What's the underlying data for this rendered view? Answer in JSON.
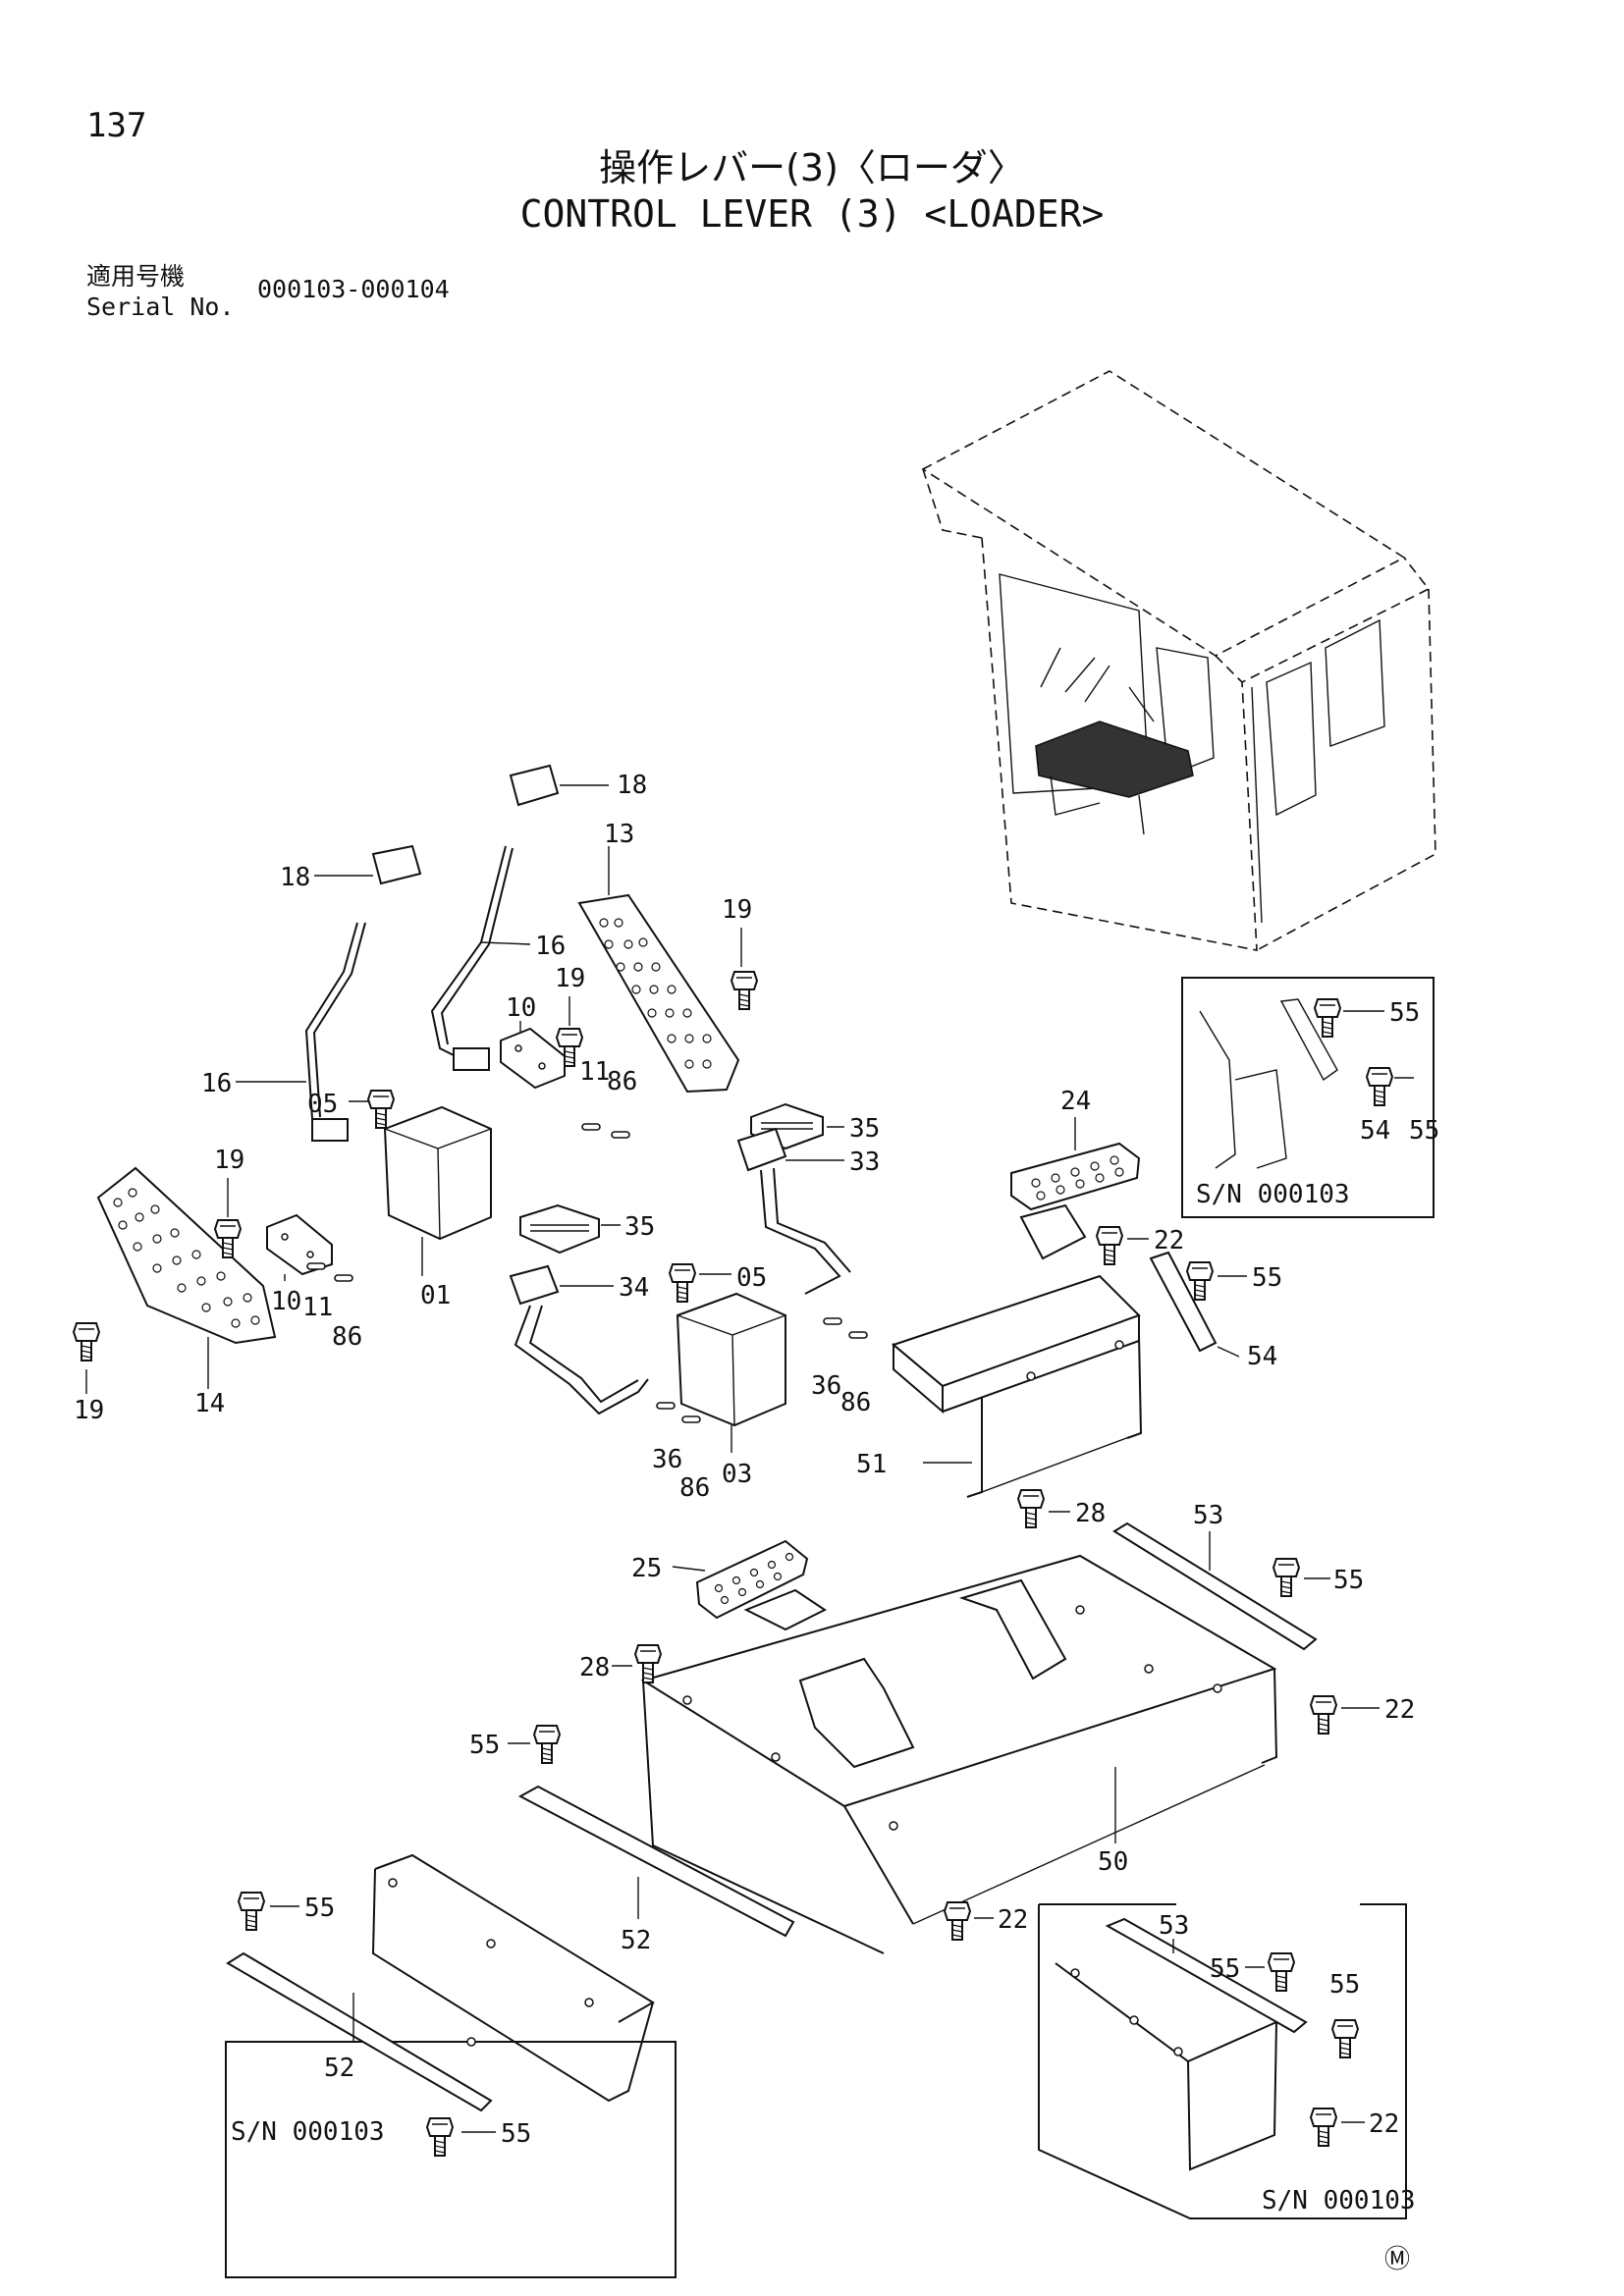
{
  "header": {
    "page_number": "137",
    "title_jp": "操作レバー(3)〈ローダ〉",
    "title_en": "CONTROL LEVER (3) <LOADER>",
    "serial_label_jp": "適用号機",
    "serial_label_en": "Serial No.",
    "serial_range": "000103-000104"
  },
  "callouts": {
    "c01": "01",
    "c03": "03",
    "c05a": "05",
    "c05b": "05",
    "c10a": "10",
    "c10b": "10",
    "c11a": "11",
    "c11b": "11",
    "c13": "13",
    "c14": "14",
    "c16a": "16",
    "c16b": "16",
    "c18a": "18",
    "c18b": "18",
    "c19a": "19",
    "c19b": "19",
    "c19c": "19",
    "c19d": "19",
    "c22a": "22",
    "c22b": "22",
    "c22c": "22",
    "c22d": "22",
    "c24": "24",
    "c25": "25",
    "c28a": "28",
    "c28b": "28",
    "c33": "33",
    "c34": "34",
    "c35a": "35",
    "c35b": "35",
    "c36a": "36",
    "c36b": "36",
    "c50": "50",
    "c51": "51",
    "c52a": "52",
    "c52b": "52",
    "c53a": "53",
    "c53b": "53",
    "c54a": "54",
    "c54b": "54",
    "c55a": "55",
    "c55b": "55",
    "c55c": "55",
    "c55d": "55",
    "c55e": "55",
    "c55f": "55",
    "c55g": "55",
    "c55h": "55",
    "c55i": "55",
    "c86a": "86",
    "c86b": "86",
    "c86c": "86",
    "c86d": "86"
  },
  "insets": {
    "top_right_sn": "S/N 000103",
    "bottom_left_sn": "S/N 000103",
    "bottom_right_sn": "S/N 000103"
  },
  "footer": {
    "mark": "Ⓜ"
  }
}
